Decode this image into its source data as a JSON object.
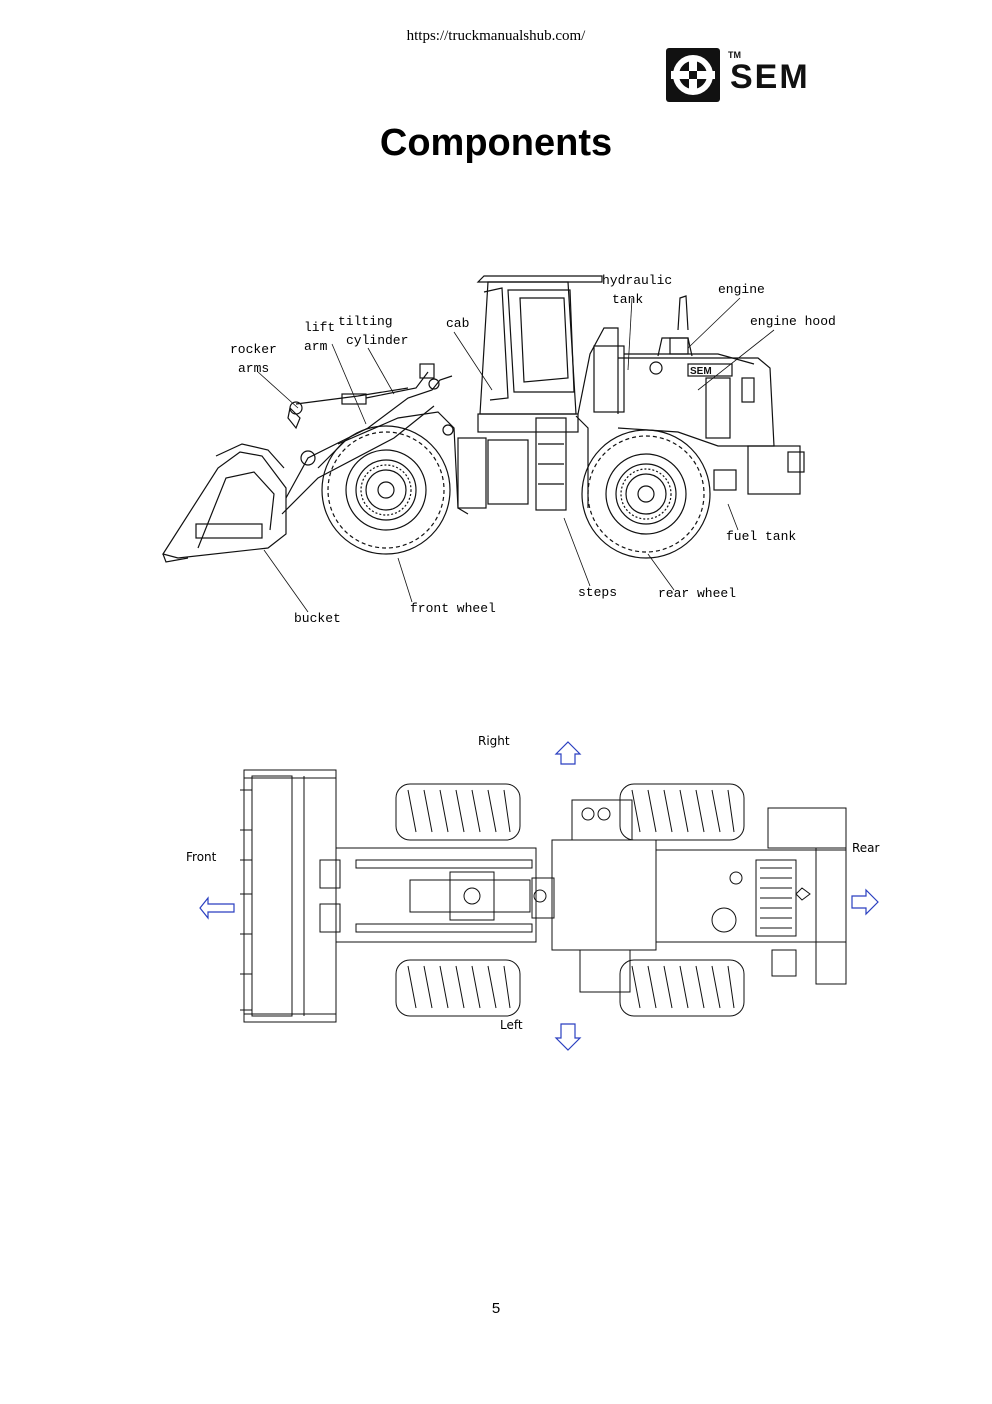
{
  "header": {
    "url": "https://truckmanualshub.com/",
    "logo_text": "SEM",
    "logo_tm": "TM"
  },
  "page": {
    "title": "Components",
    "page_number": "5"
  },
  "side_view_labels": {
    "hydraulic_tank_1": "hydraulic",
    "hydraulic_tank_2": "tank",
    "engine": "engine",
    "engine_hood": "engine hood",
    "lift_arm_1": "lift",
    "lift_arm_2": "arm",
    "tilting_cylinder_1": "tilting",
    "tilting_cylinder_2": "cylinder",
    "cab": "cab",
    "rocker_arms_1": "rocker",
    "rocker_arms_2": "arms",
    "fuel_tank": "fuel tank",
    "steps": "steps",
    "rear_wheel": "rear wheel",
    "front_wheel": "front wheel",
    "bucket": "bucket",
    "hood_brand": "SEM"
  },
  "top_view_labels": {
    "right": "Right",
    "left": "Left",
    "front": "Front",
    "rear": "Rear"
  },
  "colors": {
    "arrow_blue": "#2a3fc0",
    "line": "#111111"
  }
}
